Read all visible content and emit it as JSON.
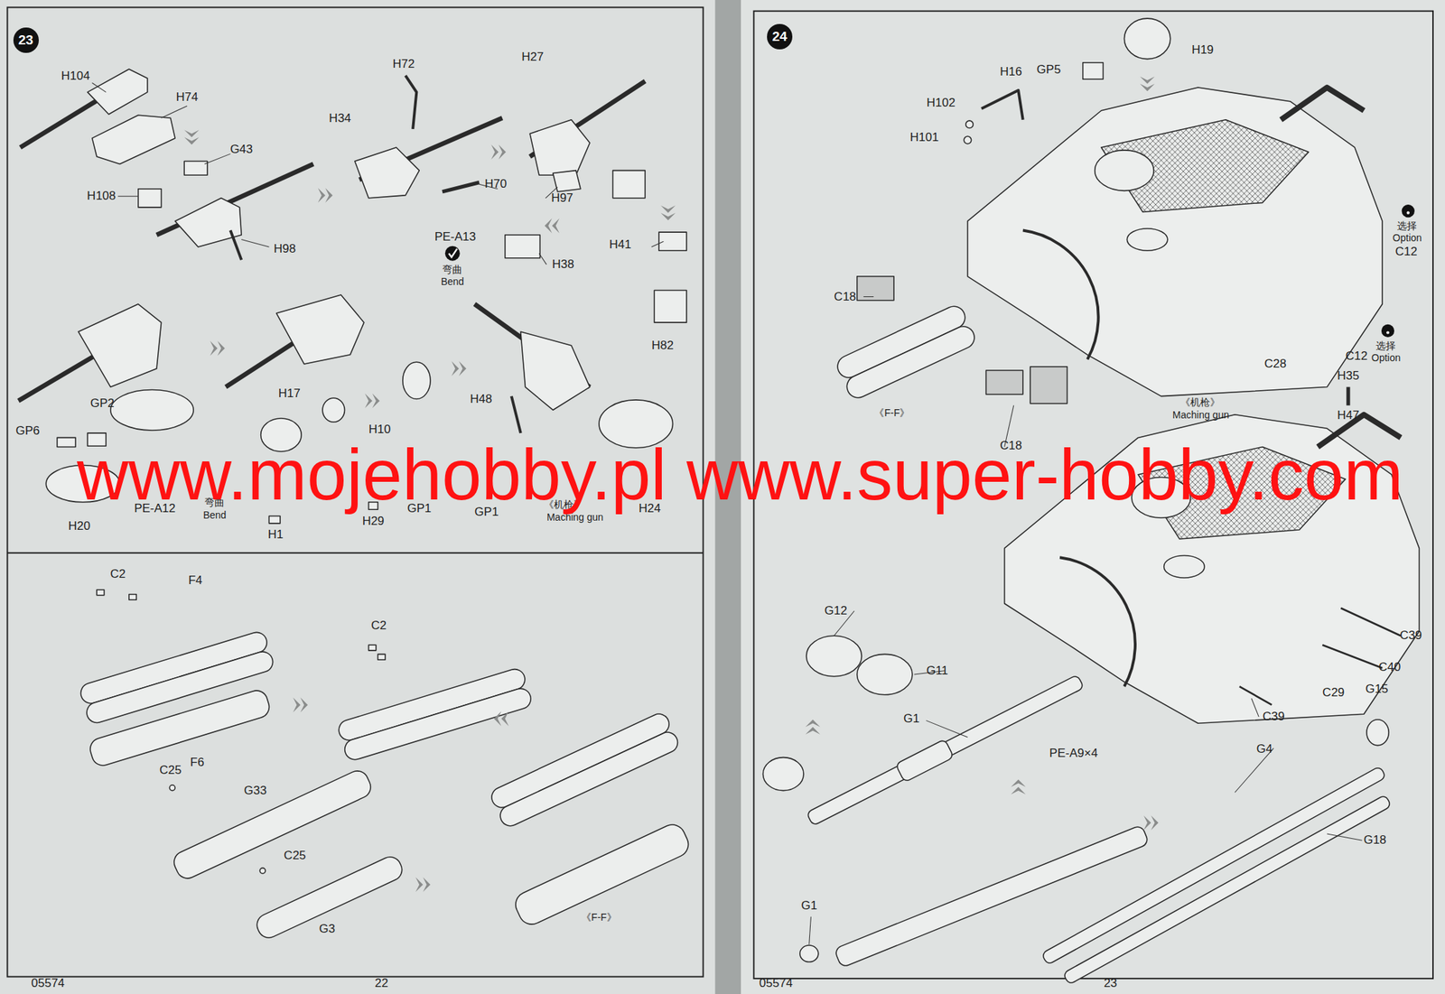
{
  "diagram": {
    "nodes": [
      {
        "text": [
          "23"
        ]
      },
      {
        "text": [
          "24"
        ]
      }
    ],
    "labels": [
      "H104",
      "H74",
      "G43",
      "H108",
      "H98",
      "H72",
      "H34",
      "H70",
      "PE-A13",
      "弯曲",
      "Bend",
      "H27",
      "H97",
      "H38",
      "H41",
      "H82",
      "GP2",
      "GP6",
      "H17",
      "H10",
      "H48",
      "H20",
      "PE-A12",
      "弯曲",
      "Bend",
      "H1",
      "H29",
      "GP1",
      "GP1",
      "H24",
      "《机枪》",
      "Maching gun",
      "C2",
      "F4",
      "F6",
      "C2",
      "C25",
      "G33",
      "C25",
      "G3",
      "《F-F》",
      "05574",
      "22",
      "H19",
      "GP5",
      "H16",
      "H102",
      "H101",
      "选择",
      "Option",
      "C12",
      "C18",
      "C12",
      "选择",
      "Option",
      "C28",
      "H35",
      "《F-F》",
      "H47",
      "《机枪》",
      "Maching gun",
      "C18",
      "G12",
      "G11",
      "C39",
      "C40",
      "G1",
      "PE-A9×4",
      "C29",
      "C39",
      "G15",
      "G4",
      "G18",
      "G1",
      "05574",
      "23",
      "www.mojehobby.pl www.super-hobby.com"
    ]
  }
}
